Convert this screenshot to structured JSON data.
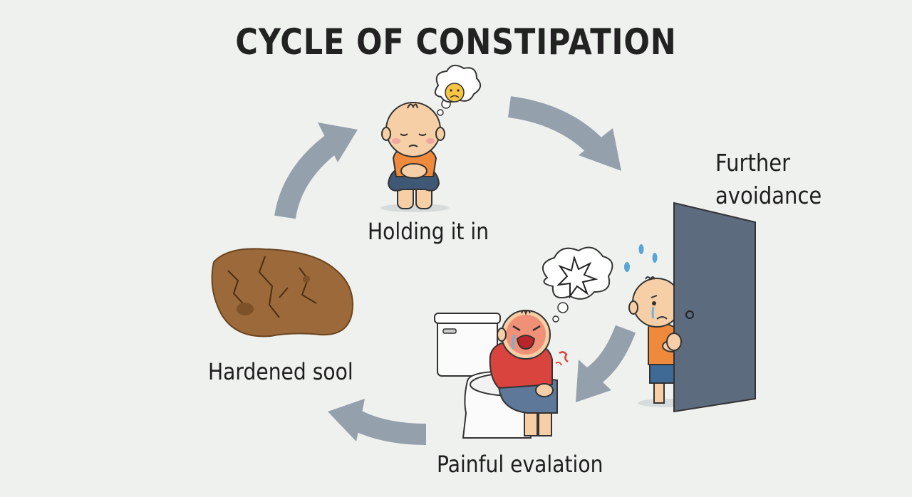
{
  "title": "CYCLE OF CONSTIPATION",
  "stages": [
    {
      "id": "holding",
      "label": "Holding it in"
    },
    {
      "id": "further",
      "label_line1": "Further",
      "label_line2": "avoidance"
    },
    {
      "id": "painful",
      "label": "Painful evalation"
    },
    {
      "id": "hardened",
      "label": "Hardened sool"
    }
  ],
  "colors": {
    "background": "#eef1ee",
    "arrow": "#95a0ad",
    "door": "#5c6b7e",
    "shirt_orange": "#ef8a3c",
    "shirt_red": "#d9443f",
    "stool": "#9c6a3a"
  }
}
